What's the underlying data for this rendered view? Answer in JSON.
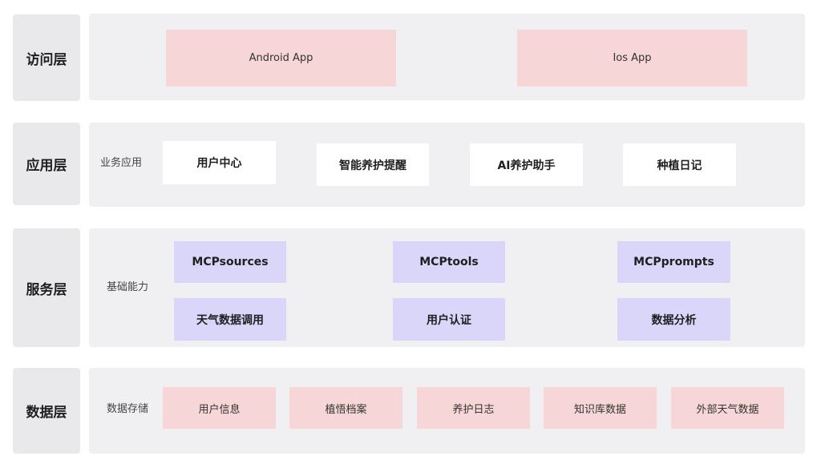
{
  "layers": {
    "access": {
      "label": "访问层",
      "items": [
        "Android App",
        "Ios App"
      ]
    },
    "application": {
      "label": "应用层",
      "group_label": "业务应用",
      "items": [
        "用户中心",
        "智能养护提醒",
        "AI养护助手",
        "种植日记"
      ]
    },
    "service": {
      "label": "服务层",
      "group_label": "基础能力",
      "items": [
        "MCPsources",
        "MCPtools",
        "MCPprompts",
        "天气数据调用",
        "用户认证",
        "数据分析"
      ]
    },
    "data": {
      "label": "数据层",
      "group_label": "数据存储",
      "items": [
        "用户信息",
        "植悟档案",
        "养护日志",
        "知识库数据",
        "外部天气数据"
      ]
    }
  },
  "colors": {
    "pink_box": "#f6d6d6",
    "purple_box": "#dad6fa",
    "panel": "#f0f0f2",
    "label_bg": "#e9e9ec"
  }
}
